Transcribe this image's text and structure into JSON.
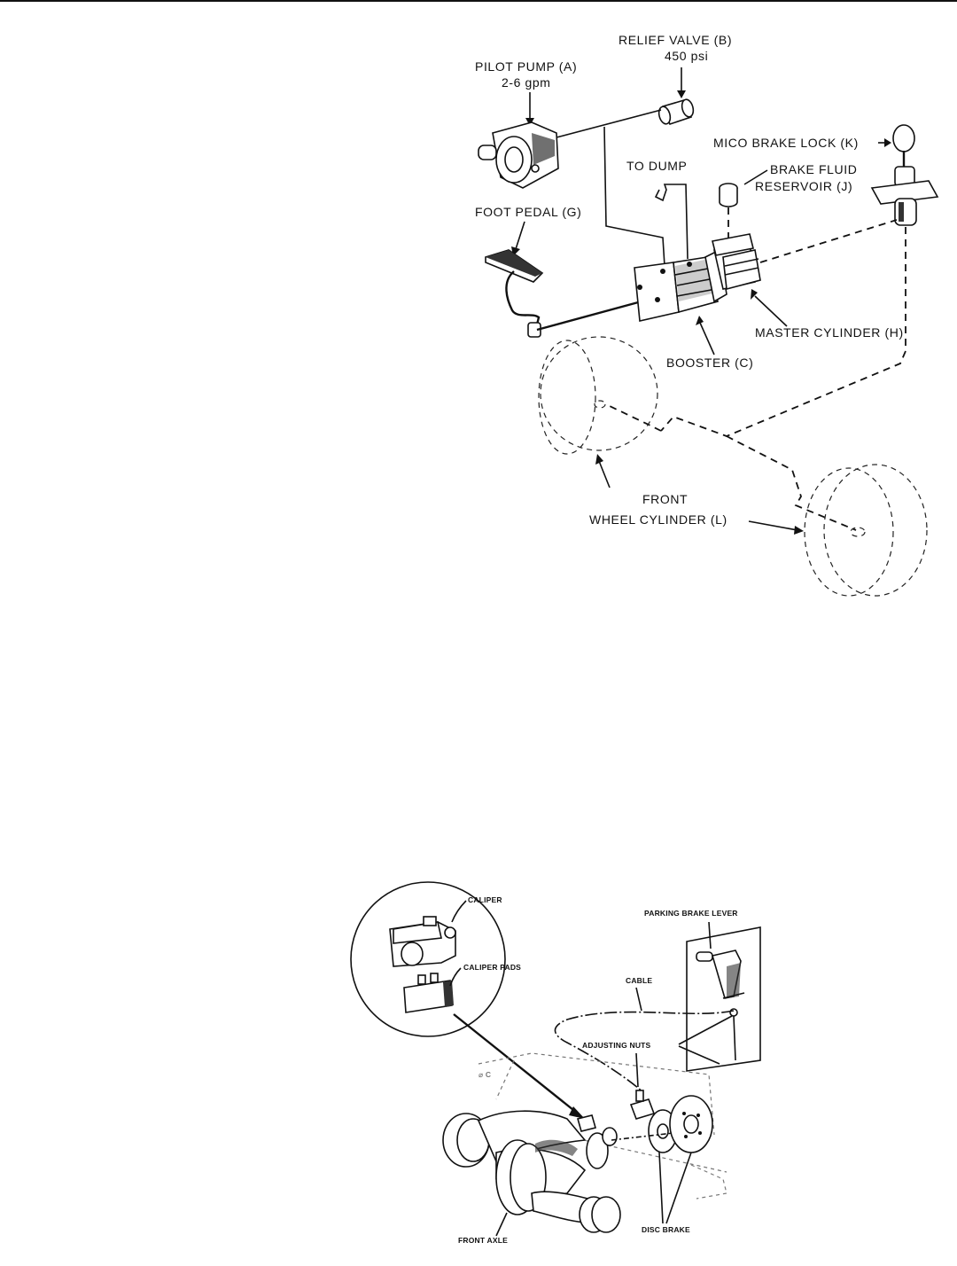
{
  "diagram_top": {
    "labels": {
      "relief_valve": [
        "RELIEF VALVE (B)",
        "450 psi"
      ],
      "pilot_pump": [
        "PILOT PUMP (A)",
        "2-6 gpm"
      ],
      "mico_brake_lock": "MICO BRAKE LOCK (K)",
      "to_dump": "TO DUMP",
      "brake_fluid_reservoir": [
        "BRAKE FLUID",
        "RESERVOIR (J)"
      ],
      "foot_pedal": "FOOT PEDAL (G)",
      "master_cylinder": "MASTER CYLINDER (H)",
      "booster": "BOOSTER (C)",
      "front_wheel_cylinder": [
        "FRONT",
        "WHEEL CYLINDER (L)"
      ]
    }
  },
  "diagram_bottom": {
    "labels": {
      "caliper": "CALIPER",
      "caliper_pads": "CALIPER PADS",
      "parking_brake_lever": "PARKING BRAKE LEVER",
      "cable": "CABLE",
      "adjusting_nuts": "ADJUSTING NUTS",
      "front_axle": "FRONT AXLE",
      "disc_brake": "DISC BRAKE"
    }
  }
}
